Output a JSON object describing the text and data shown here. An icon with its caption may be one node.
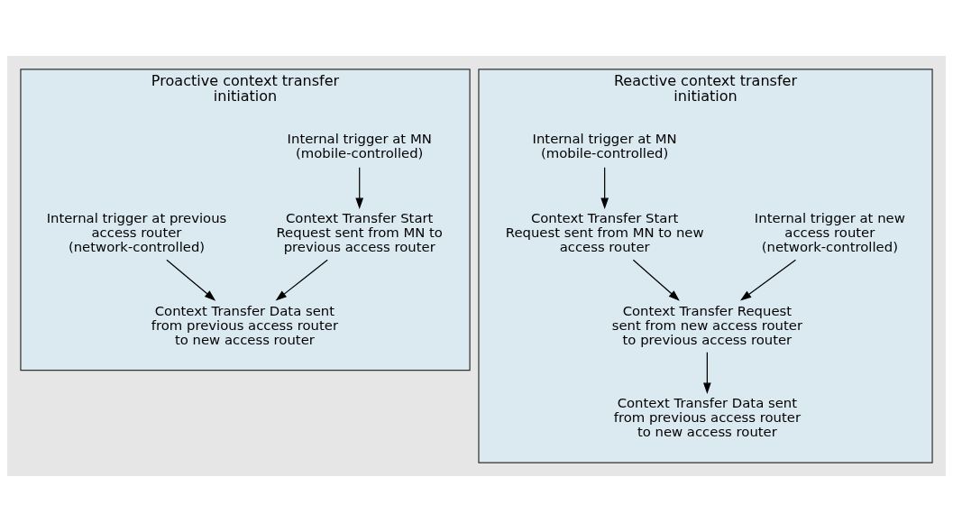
{
  "diagram": {
    "nodes": [
      {
        "text": [
          "Proactive context transfer initiation"
        ]
      },
      {
        "text": [
          "Internal trigger at MN (mobile-controlled)"
        ],
        "in": 0
      },
      {
        "text": [
          "Internal trigger at previous access router (network-controlled)"
        ],
        "in": 0
      },
      {
        "text": [
          "Context Transfer Start Request sent from MN to previous access router"
        ],
        "in": 0
      },
      {
        "text": [
          "Context Transfer Data sent from previous access router to new access router"
        ],
        "in": 0
      },
      {
        "text": [
          "Reactive context transfer initiation"
        ]
      },
      {
        "text": [
          "Internal trigger at new access router (network-controlled)"
        ],
        "in": 5
      },
      {
        "text": [
          "Internal trigger at MN (mobile-controlled)"
        ],
        "in": 5
      },
      {
        "text": [
          "Context Transfer Start Request sent from MN to new access router"
        ],
        "in": 5
      },
      {
        "text": [
          "Context Transfer Request sent from new access router to previous access router"
        ],
        "in": 5
      },
      {
        "text": [
          "Context Transfer Data sent from previous access router to new access router"
        ],
        "in": 5
      }
    ],
    "edges": [
      {
        "from": 1,
        "to": 3,
        "arrow": "to"
      },
      {
        "from": 3,
        "to": 4,
        "arrow": "to"
      },
      {
        "from": 2,
        "to": 4,
        "arrow": "to"
      },
      {
        "from": 7,
        "to": 8,
        "arrow": "to"
      },
      {
        "from": 6,
        "to": 9,
        "arrow": "to"
      },
      {
        "from": 8,
        "to": 9,
        "arrow": "to"
      },
      {
        "from": 9,
        "to": 10,
        "arrow": "to"
      }
    ]
  }
}
